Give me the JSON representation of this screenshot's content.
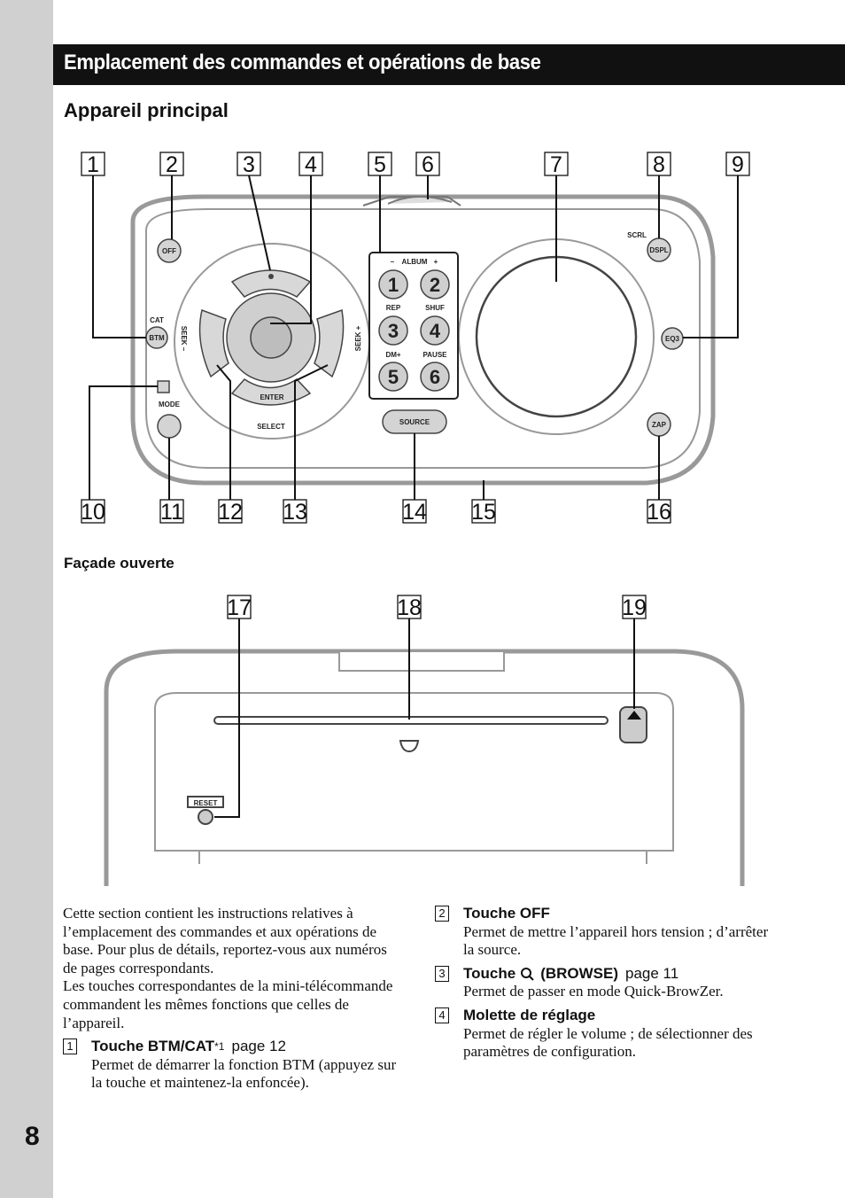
{
  "header": {
    "title": "Emplacement des commandes et opérations de base",
    "page_number": "8"
  },
  "section": {
    "subtitle": "Appareil principal",
    "facade_label": "Façade ouverte"
  },
  "callouts": [
    "1",
    "2",
    "3",
    "4",
    "5",
    "6",
    "7",
    "8",
    "9",
    "10",
    "11",
    "12",
    "13",
    "14",
    "15",
    "16",
    "17",
    "18",
    "19"
  ],
  "device": {
    "buttons": {
      "off": "OFF",
      "cat": "CAT",
      "btm": "BTM",
      "mode": "MODE",
      "scrl": "SCRL",
      "dspl": "DSPL",
      "eq3": "EQ3",
      "zap": "ZAP",
      "source": "SOURCE",
      "enter": "ENTER",
      "select": "SELECT",
      "seek_minus": "SEEK –",
      "seek_plus": "SEEK +",
      "album": "ALBUM",
      "minus": "–",
      "plus": "+",
      "rep": "REP",
      "shuf": "SHUF",
      "dm_plus": "DM+",
      "pause": "PAUSE",
      "reset": "RESET"
    },
    "numpad": [
      "1",
      "2",
      "3",
      "4",
      "5",
      "6"
    ]
  },
  "text": {
    "intro_1": "Cette section contient les instructions relatives à l’emplacement des commandes et aux opérations de base. Pour plus de détails, reportez-vous aux numéros de pages correspondants.",
    "intro_2": "Les touches correspondantes de la mini-télécommande commandent les mêmes fonctions que celles de l’appareil.",
    "items": [
      {
        "num": "1",
        "title": "Touche BTM/CAT",
        "note": "*1",
        "page": "page 12",
        "desc": "Permet de démarrer la fonction BTM (appuyez sur la touche et maintenez-la enfoncée)."
      },
      {
        "num": "2",
        "title": "Touche OFF",
        "page": "",
        "desc": "Permet de mettre l’appareil hors tension ; d’arrêter la source."
      },
      {
        "num": "3",
        "title_a": "Touche",
        "title_b": "(BROWSE)",
        "page": "page 11",
        "desc": "Permet de passer en mode Quick-BrowZer."
      },
      {
        "num": "4",
        "title": "Molette de réglage",
        "page": "",
        "desc": "Permet de régler le volume ; de sélectionner des paramètres de configuration."
      }
    ]
  }
}
